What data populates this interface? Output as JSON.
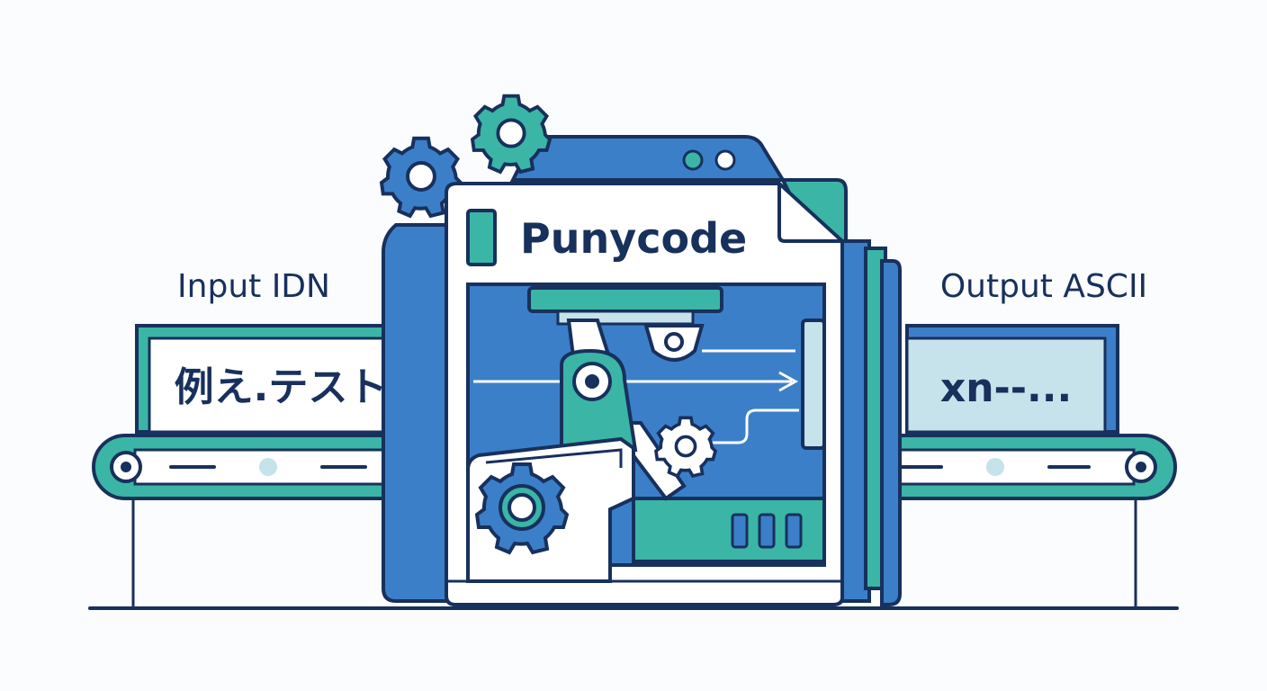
{
  "labels": {
    "input_label": "Input IDN",
    "output_label": "Output ASCII",
    "machine_title": "Punycode"
  },
  "input_box": {
    "text": "例え.テスト"
  },
  "output_box": {
    "text": "xn--..."
  },
  "colors": {
    "outline": "#18305c",
    "blue": "#3b7fc9",
    "teal": "#3bb5a6",
    "light_blue": "#c6e2ea",
    "white": "#ffffff",
    "background": "#fbfcfd"
  },
  "icons": [
    "gear-icon",
    "eye-sensor-icon",
    "arrow-right-icon",
    "vent-icon"
  ]
}
